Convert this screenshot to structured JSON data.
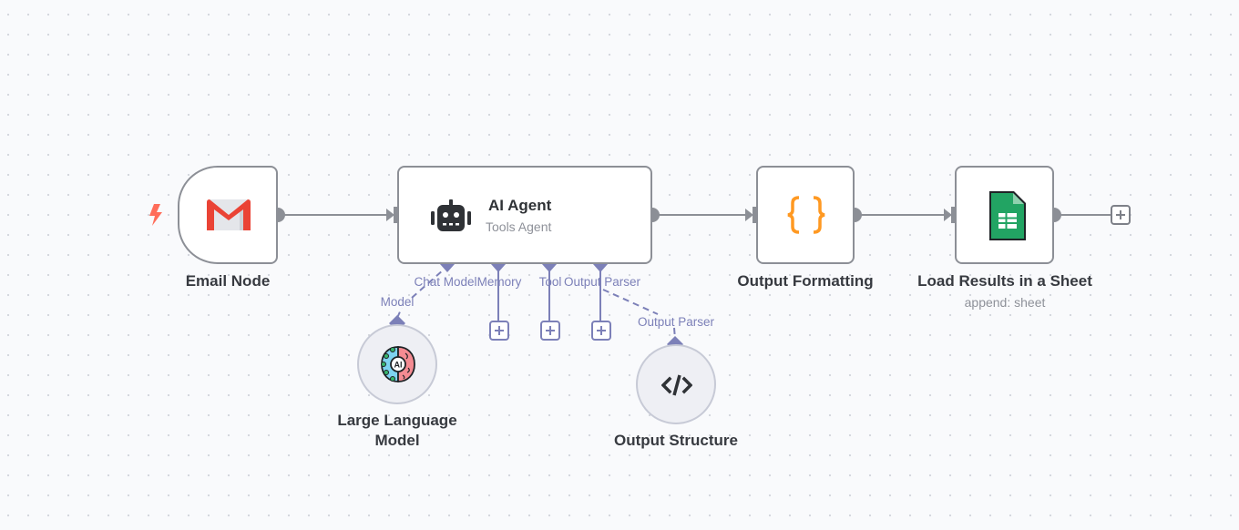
{
  "canvas": {
    "background": "#f9fafc",
    "wire_color": "#8c8f96",
    "ai_port_color": "#7c80b8"
  },
  "nodes": {
    "email": {
      "label": "Email Node",
      "icon": "gmail-icon",
      "trigger_icon": "lightning-bolt-icon"
    },
    "agent": {
      "title": "AI Agent",
      "subtitle": "Tools Agent",
      "icon": "robot-icon",
      "ports": [
        "Chat Model",
        "Memory",
        "Tool",
        "Output Parser"
      ]
    },
    "formatting": {
      "label": "Output Formatting",
      "icon": "curly-braces-icon"
    },
    "sheet": {
      "label": "Load Results in a Sheet",
      "subtitle": "append: sheet",
      "icon": "google-sheets-icon"
    },
    "llm": {
      "label_line1": "Large Language",
      "label_line2": "Model",
      "port_label": "Model",
      "icon": "ai-brain-icon"
    },
    "parser": {
      "label": "Output Structure",
      "port_label": "Output Parser",
      "icon": "code-icon"
    }
  },
  "add_buttons": {
    "symbol": "+"
  }
}
